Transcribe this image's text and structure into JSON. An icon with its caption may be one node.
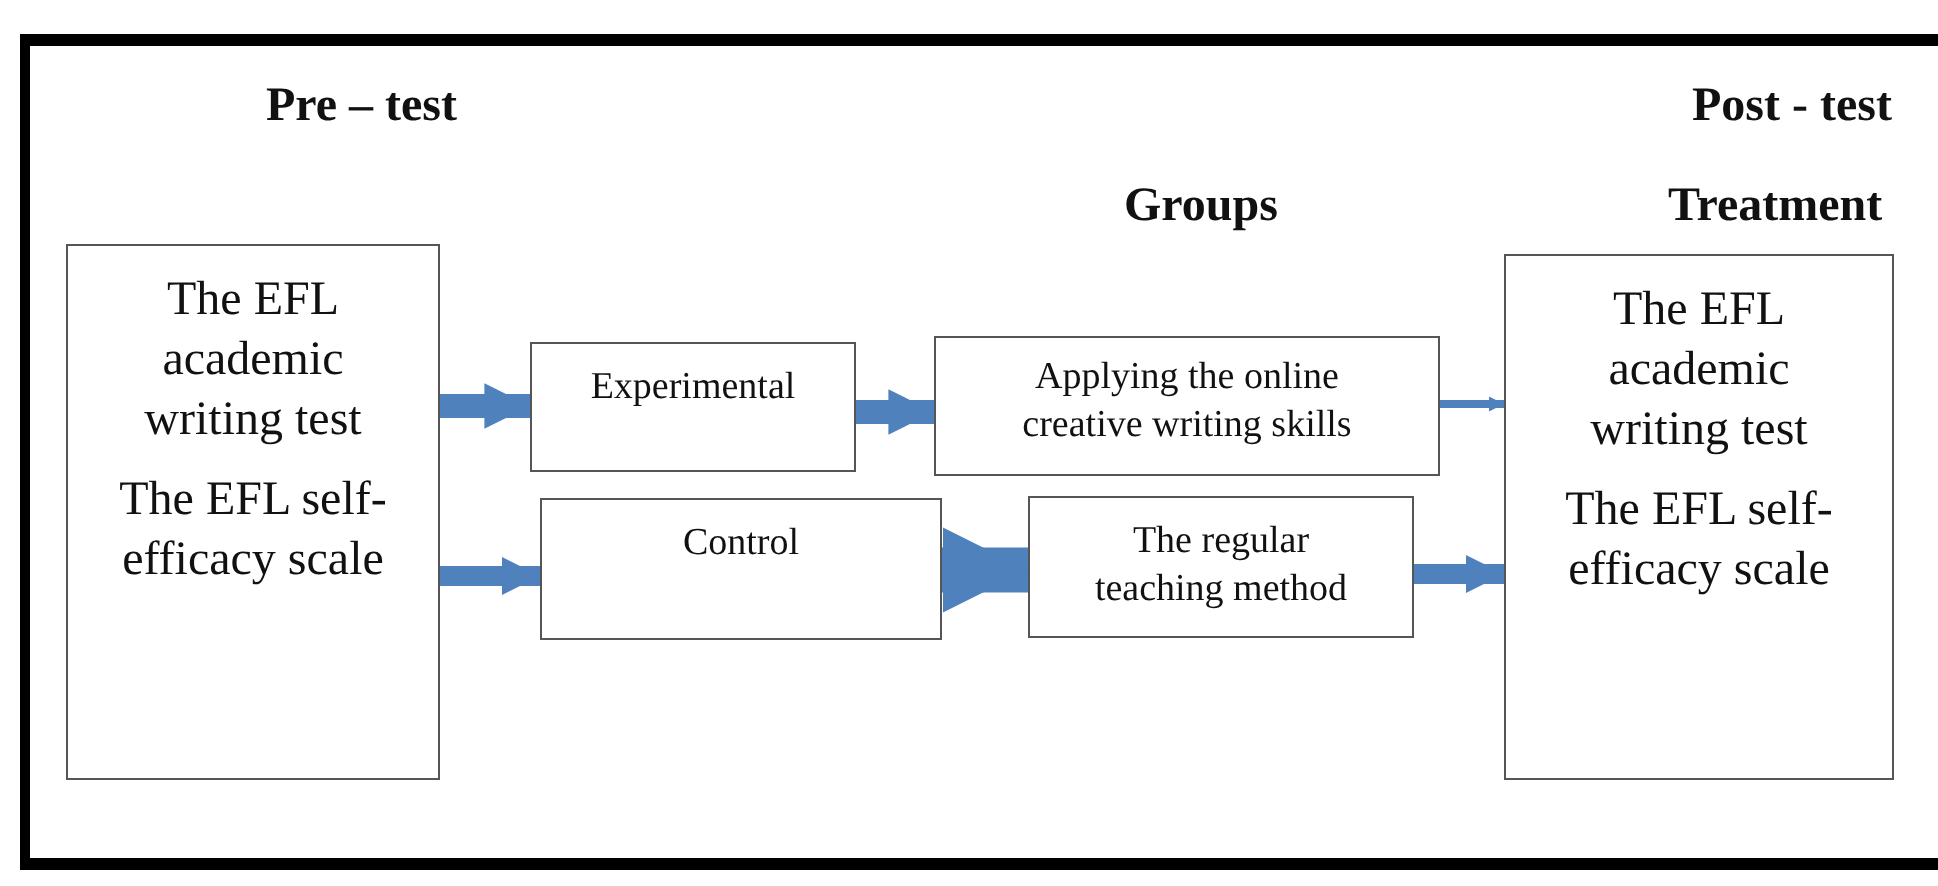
{
  "diagram": {
    "nodes": [
      {
        "text": [
          "The EFL academic writing test",
          "The EFL self-efficacy scale"
        ]
      },
      {
        "text": [
          "Experimental"
        ]
      },
      {
        "text": [
          "Applying the online creative writing skills"
        ]
      },
      {
        "text": [
          "Control"
        ]
      },
      {
        "text": [
          "The regular teaching method"
        ]
      },
      {
        "text": [
          "The EFL academic writing test",
          "The EFL self-efficacy scale"
        ]
      }
    ],
    "edges": [
      {
        "from": 0,
        "to": 1,
        "arrow": "to"
      },
      {
        "from": 1,
        "to": 2,
        "arrow": "to"
      },
      {
        "from": 2,
        "to": 5,
        "arrow": "to"
      },
      {
        "from": 0,
        "to": 3,
        "arrow": "to"
      },
      {
        "from": 3,
        "to": 4,
        "arrow": "to",
        "style": "thick"
      },
      {
        "from": 4,
        "to": 5,
        "arrow": "to"
      }
    ],
    "labels": [
      "Pre – test",
      "Post - test",
      "Groups",
      "Treatment"
    ]
  }
}
